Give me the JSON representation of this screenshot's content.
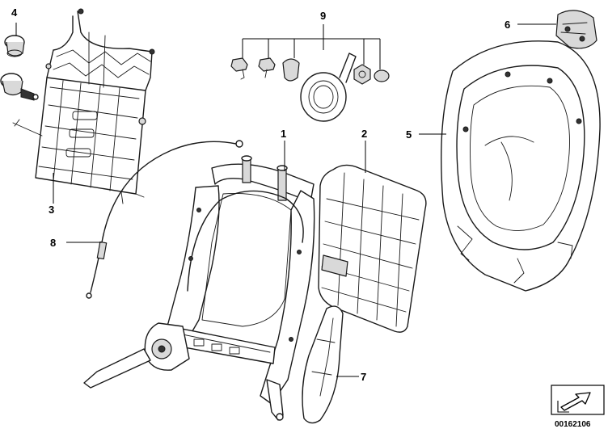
{
  "callouts": {
    "c1": "1",
    "c2": "2",
    "c3": "3",
    "c4": "4",
    "c5": "5",
    "c6": "6",
    "c7": "7",
    "c8": "8",
    "c9": "9"
  },
  "doc_id": "00162106",
  "icons": {
    "nav": "arrow-navigation-icon"
  }
}
